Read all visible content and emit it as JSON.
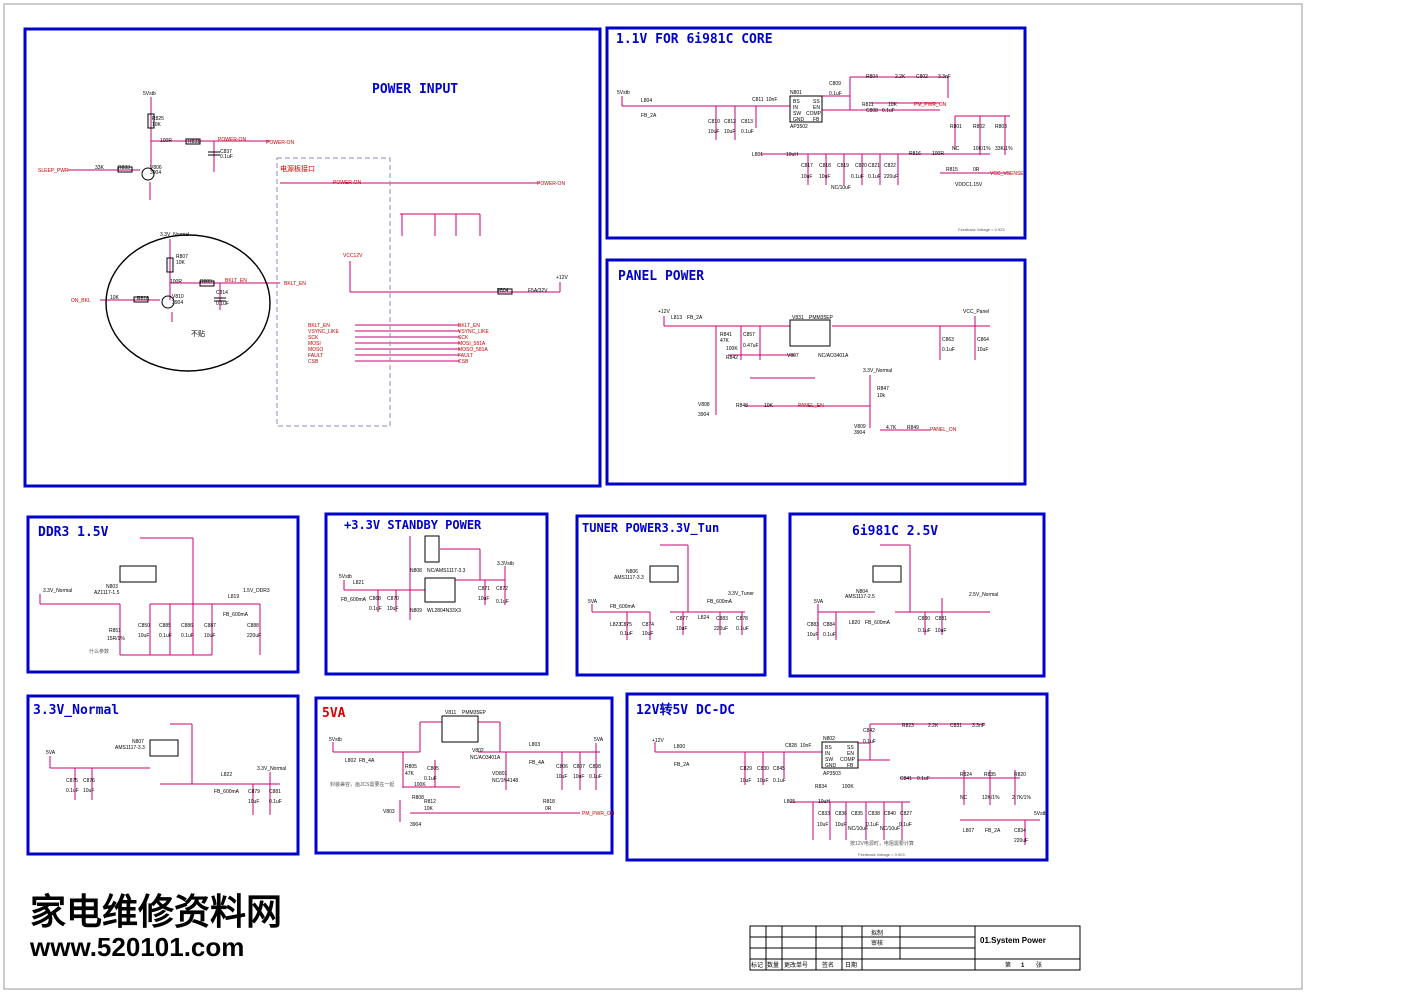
{
  "blocks": {
    "power_input": "POWER INPUT",
    "core": "1.1V FOR 6i981C CORE",
    "panel": "PANEL POWER",
    "ddr3": "DDR3 1.5V",
    "standby": "+3.3V STANDBY POWER",
    "tuner": "TUNER POWER3.3V_Tun",
    "v25": "6i981C 2.5V",
    "normal": "3.3V_Normal",
    "v5a": "5VA",
    "dcdc": "12V转5V DC-DC"
  },
  "power_input": {
    "sleep_pwr": "SLEEP_PWR",
    "power_on": "POWER-ON",
    "power_on_right": "POWER-ON",
    "board_if": "电源板接口",
    "vcc12v": "VCC12V",
    "plus12v": "+12V",
    "f_label": "F804",
    "f_val": "F5A/32V",
    "v_normal": "3.3V_Normal",
    "bklt_en": "BKLT_EN",
    "on_bkl": "ON_BKL",
    "not_fit": "不贴",
    "bus_left": [
      "BKLT_EN",
      "VSYNC_LIKE",
      "SCK",
      "MOSI",
      "MOSO",
      "FAULT",
      "CSB"
    ],
    "bus_right": [
      "BKLT_EN",
      "VSYNC_LIKE",
      "SCK",
      "MOSI_581A",
      "MOSO_581A",
      "FAULT",
      "CSB"
    ],
    "parts": {
      "r825": "R825",
      "r825v": "10K",
      "r831": "R831",
      "r831v": "100R",
      "c837": "C837",
      "c837v": "0.1uF",
      "r833": "R833",
      "r833v": "33K",
      "v806": "V806",
      "v806v": "3904",
      "r807": "R807",
      "r807v": "10K",
      "r809": "R809",
      "r809v": "100R",
      "c814": "C814",
      "c814v": "0.1uF",
      "r810": "R810",
      "r810v": "10K",
      "v810": "V810",
      "v810v": "3904",
      "v5stb": "5Vstb"
    }
  },
  "core": {
    "vstb": "5Vstb",
    "l804": "L804",
    "l804v": "FB_2A",
    "n801": "N801",
    "n801v": "AP3502",
    "pins": [
      "BS",
      "IN",
      "SW",
      "GND",
      "SS",
      "EN",
      "COMP",
      "FB"
    ],
    "c809": "C809",
    "c809v": "0.1uF",
    "r804": "R804",
    "r804v": "2.2K",
    "c802": "C802",
    "c802v": "3.3nF",
    "r811": "R811",
    "r811v": "10K",
    "c808": "C808",
    "c808v": "0.1uF",
    "pm_pwr": "PM_PWR_ON",
    "c810": "C810",
    "c811": "C811",
    "c812": "C812",
    "c813": "C813",
    "c810v": "10uF",
    "c812v": "10uF",
    "c813v": "0.1uF",
    "c811v": "10nF",
    "l801": "L801",
    "l801v": "10uH",
    "r816": "R816",
    "r816v": "100R",
    "r801": "R801",
    "r801v": "NC",
    "r802": "R802",
    "r802v": "10K/1%",
    "r803": "R803",
    "r803v": "33K/1%",
    "r815": "R815",
    "r815v": "0R",
    "vcc_vsense": "VCC_VSENSE",
    "vddc": "VDDC1.15V",
    "caps": [
      "C817",
      "C818",
      "C819",
      "C820",
      "C821",
      "C822"
    ],
    "capsv": [
      "10uF",
      "10uF",
      "NC/10uF",
      "0.1uF",
      "0.1uF",
      "220uF"
    ],
    "feedback": "Feedback Voltage = 0.923"
  },
  "panel": {
    "p12v": "+12V",
    "l813": "L813",
    "l813v": "FB_2A",
    "v831": "V831",
    "v831v": "PMM35EP",
    "r841": "R841",
    "r841v": "47K",
    "c857": "C857",
    "c857v": "0.47uF",
    "r842": "R842",
    "r842v": "100K",
    "v807": "V807",
    "v807v": "NC/AO3401A",
    "vcc_panel": "VCC_Panel",
    "c863": "C863",
    "c863v": "0.1uF",
    "c864": "C864",
    "c864v": "10uF",
    "v33": "3.3V_Normal",
    "r847": "R847",
    "r847v": "10k",
    "v808": "V808",
    "v808v": "3904",
    "r848": "R848",
    "r848v": "10K",
    "panel_en": "PANEL_EN",
    "v809": "V809",
    "v809v": "3904",
    "r849": "R849",
    "r849v": "4.7K",
    "panel_on": "PANEL_ON"
  },
  "ddr3": {
    "n803": "N803",
    "n803v": "AZ1117-1.5",
    "vin": "3.3V_Normal",
    "l819": "L819",
    "l819v": "FB_600mA",
    "vout": "1.5V_DDR3",
    "r851": "R851",
    "r851v": "15R/1%",
    "caps": [
      "C850",
      "C885",
      "C886",
      "C887",
      "C888"
    ],
    "capsv": [
      "10uF",
      "0.1uF",
      "0.1uF",
      "10uF",
      "220uF"
    ],
    "note": "什么参数"
  },
  "standby": {
    "v5stb": "5Vstb",
    "l821": "L821",
    "l821v": "FB_600mA",
    "n808": "N808",
    "n808v": "NC/AMS1117-3.3",
    "n809": "N809",
    "n809v": "WL2804N33X3",
    "vout": "3.3Vstb",
    "caps": [
      "C868",
      "C870",
      "C871",
      "C872"
    ],
    "capsv": [
      "0.1uF",
      "10uF",
      "10uF",
      "0.1uF"
    ]
  },
  "tuner": {
    "n806": "N806",
    "n806v": "AMS1117-3.3",
    "v5a": "5VA",
    "l823": "L823",
    "l823v": "FB_600mA",
    "l824": "L824",
    "l824v": "FB_600mA",
    "vout": "3.3V_Tuner",
    "caps": [
      "C875",
      "C874",
      "C877",
      "C883",
      "C878"
    ],
    "capsv": [
      "0.1uF",
      "10uF",
      "10uF",
      "220uF",
      "0.1uF"
    ]
  },
  "v25": {
    "n804": "N804",
    "n804v": "AMS1117-2.5",
    "v5a": "5VA",
    "l820": "L820",
    "l820v": "FB_600mA",
    "vout": "2.5V_Normal",
    "caps": [
      "C883",
      "C884",
      "C880",
      "C881"
    ],
    "capsv": [
      "10uF",
      "0.1uF",
      "0.1uF",
      "10uF"
    ]
  },
  "normal": {
    "n807": "N807",
    "n807v": "AMS1117-3.3",
    "v5a": "5VA",
    "l822": "L822",
    "l822v": "FB_600mA",
    "vout": "3.3V_Normal",
    "caps": [
      "C875",
      "C876",
      "C879",
      "C881"
    ],
    "capsv": [
      "0.1uF",
      "10uF",
      "10uF",
      "0.1uF"
    ]
  },
  "v5a": {
    "v5stb": "5Vstb",
    "l802": "L802",
    "l802v": "FB_4A",
    "v811": "V811",
    "v811v": "PMM35EP",
    "v802": "V802",
    "v802v": "NC/AO3401A",
    "l803": "L803",
    "l803v": "FB_4A",
    "out": "5VA",
    "vd801": "VD801",
    "vd801v": "NC/1N4148",
    "r805": "R805",
    "r805v": "47K",
    "c805": "C805",
    "c805v": "0.1uF",
    "r808": "R808",
    "r808v": "100K",
    "r812": "R812",
    "r812v": "10K",
    "v803": "V803",
    "v803v": "3904",
    "r818": "R818",
    "r818v": "0R",
    "pm_pwr": "PM_PWR_ON",
    "caps": [
      "C806",
      "C807",
      "C808"
    ],
    "capsv": [
      "10uF",
      "10uF",
      "0.1uF"
    ],
    "note": "封装兼容，画JCS需要在一起"
  },
  "dcdc": {
    "p12v": "+12V",
    "l800": "L800",
    "l800v": "FB_2A",
    "n802": "N802",
    "n802v": "AP3503",
    "pins": [
      "BS",
      "IN",
      "SW",
      "GND",
      "SS",
      "EN",
      "COMP",
      "FB"
    ],
    "c842": "C842",
    "c842v": "0.1uF",
    "r823": "R823",
    "r823v": "2.2K",
    "c831": "C831",
    "c831v": "3.3nF",
    "c828": "C828",
    "c828v": "10nF",
    "c829": "C829",
    "c829v": "10uF",
    "c830": "C830",
    "c830v": "10uF",
    "c845": "C845",
    "c845v": "0.1uF",
    "r834": "R834",
    "r834v": "100K",
    "c841": "C841",
    "c841v": "0.1uF",
    "r824": "R824",
    "r824v": "NC",
    "r835": "R835",
    "r835v": "12K/1%",
    "r820": "R820",
    "r820v": "2.7K/1%",
    "l805": "L805",
    "l805v": "10uH",
    "caps": [
      "C833",
      "C836",
      "C835",
      "C838",
      "C840",
      "C827"
    ],
    "capsv": [
      "10uF",
      "10uF",
      "NC/10uF",
      "0.1uF",
      "NC/10uF",
      "0.1uF"
    ],
    "l807": "L807",
    "l807v": "FB_2A",
    "v5stb": "5Vstb",
    "c834": "C834",
    "c834v": "220uF",
    "note1": "按12V电源时，电阻需要计算",
    "feedback": "Feedback Voltage = 0.923"
  },
  "watermark": {
    "cn": "家电维修资料网",
    "url": "www.520101.com"
  },
  "titleblock": {
    "draw": "拟制",
    "check": "审核",
    "title": "01.System Power",
    "cols": [
      "标记",
      "数量",
      "更改单号",
      "签名",
      "日期"
    ],
    "sheet": "第",
    "sheet_no": "1",
    "sheet_unit": "张"
  },
  "colors": {
    "frame": "#0000cc",
    "wire": "#cc0077",
    "net": "#cc0000",
    "part": "#000000"
  }
}
